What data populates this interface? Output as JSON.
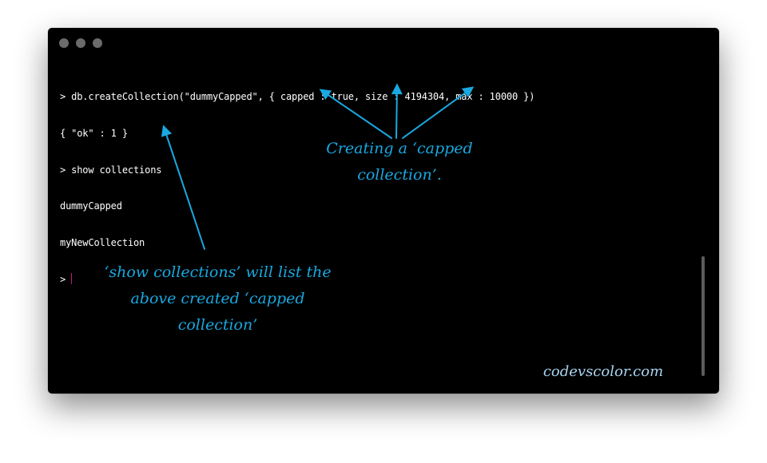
{
  "window": {
    "controls": [
      {
        "name": "close",
        "color": "#6b6b6b"
      },
      {
        "name": "minimize",
        "color": "#6b6b6b"
      },
      {
        "name": "zoom",
        "color": "#6b6b6b"
      }
    ]
  },
  "terminal": {
    "lines": [
      "> db.createCollection(\"dummyCapped\", { capped : true, size : 4194304, max : 10000 })",
      "{ \"ok\" : 1 }",
      "> show collections",
      "dummyCapped",
      "myNewCollection",
      ">"
    ],
    "cursor_color": "#c0177e"
  },
  "annotations": {
    "capped": {
      "lines": [
        "Creating a ‘capped",
        "collection’."
      ]
    },
    "show": {
      "lines": [
        "‘show collections’ will list the",
        "above created ‘capped",
        "collection’"
      ]
    },
    "color": "#19a8e0"
  },
  "brand": {
    "text": "codevscolor.com",
    "color": "#a8d3ef"
  }
}
